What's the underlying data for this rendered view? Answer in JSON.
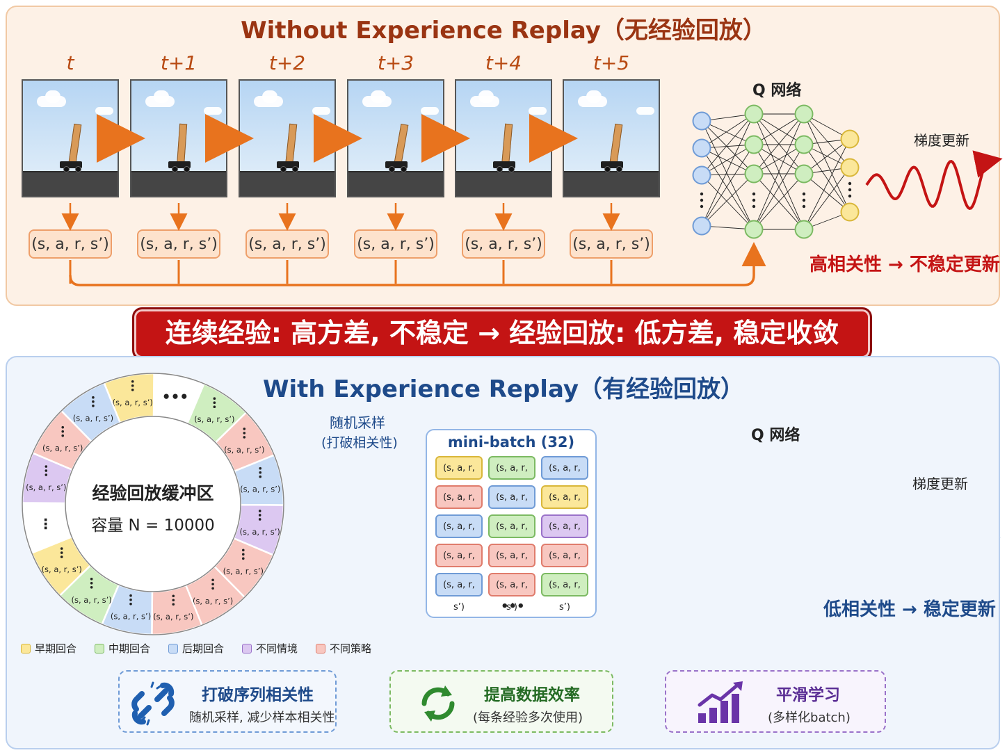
{
  "top": {
    "title": "Without Experience Replay（无经验回放）",
    "time_steps": [
      "t",
      "t+1",
      "t+2",
      "t+3",
      "t+4",
      "t+5"
    ],
    "pole_angles_deg": [
      8,
      4,
      6,
      10,
      5,
      8
    ],
    "tuple_label": "(s, a, r, s’)",
    "q_label": "Q 网络",
    "gradient_label": "梯度更新",
    "effect": "高相关性 → 不稳定更新"
  },
  "banner": {
    "text": "连续经验: 高方差, 不稳定 → 经验回放: 低方差, 稳定收敛"
  },
  "bottom": {
    "title": "With Experience Replay（有经验回放）",
    "buffer_name": "经验回放缓冲区",
    "buffer_capacity": "容量 N = 10000",
    "sample_label_1": "随机采样",
    "sample_label_2": "(打破相关性)",
    "minibatch_title": "mini-batch (32)",
    "minibatch_more": "•••",
    "cell_label": "(s, a, r, s’)",
    "minibatch_colors": [
      [
        "early",
        "mid",
        "late"
      ],
      [
        "policy",
        "late",
        "early"
      ],
      [
        "late",
        "mid",
        "context"
      ],
      [
        "policy",
        "policy",
        "policy"
      ],
      [
        "late",
        "policy",
        "mid"
      ]
    ],
    "ring_segments": [
      {
        "type": "early",
        "label": "(s, a, r, s’)"
      },
      {
        "type": "empty",
        "label": "•••"
      },
      {
        "type": "mid",
        "label": "(s, a, r, s’)"
      },
      {
        "type": "policy",
        "label": "(s, a, r, s’)"
      },
      {
        "type": "late",
        "label": "(s, a, r, s’)"
      },
      {
        "type": "context",
        "label": "(s, a, r, s’)"
      },
      {
        "type": "policy",
        "label": "(s, a, r, s’)"
      },
      {
        "type": "policy",
        "label": "(s, a, r, s’)"
      },
      {
        "type": "policy",
        "label": "(s, a, r, s’)"
      },
      {
        "type": "late",
        "label": "(s, a, r, s’)"
      },
      {
        "type": "mid",
        "label": "(s, a, r, s’)"
      },
      {
        "type": "early",
        "label": "(s, a, r, s’)"
      },
      {
        "type": "empty",
        "label": "⋮"
      },
      {
        "type": "context",
        "label": "(s, a, r, s’)"
      },
      {
        "type": "policy",
        "label": "(s, a, r, s’)"
      },
      {
        "type": "late",
        "label": "(s, a, r, s’)"
      }
    ],
    "q_label": "Q 网络",
    "gradient_label": "梯度更新",
    "effect": "低相关性 → 稳定更新",
    "legend": [
      {
        "key": "early",
        "label": "早期回合"
      },
      {
        "key": "mid",
        "label": "中期回合"
      },
      {
        "key": "late",
        "label": "后期回合"
      },
      {
        "key": "context",
        "label": "不同情境"
      },
      {
        "key": "policy",
        "label": "不同策略"
      }
    ],
    "cards": [
      {
        "title": "打破序列相关性",
        "subtitle": "随机采样, 减少样本相关性",
        "icon": "broken-chain-icon"
      },
      {
        "title": "提高数据效率",
        "subtitle": "(每条经验多次使用)",
        "icon": "refresh-cycle-icon"
      },
      {
        "title": "平滑学习",
        "subtitle": "(多样化batch)",
        "icon": "bar-chart-growth-icon"
      }
    ]
  },
  "colors": {
    "early": {
      "fill": "#fbe79a",
      "stroke": "#d9b73a"
    },
    "mid": {
      "fill": "#cfeec0",
      "stroke": "#7cba62"
    },
    "late": {
      "fill": "#c8dcf6",
      "stroke": "#6f9bd6"
    },
    "context": {
      "fill": "#dcc8f1",
      "stroke": "#9a72c9"
    },
    "policy": {
      "fill": "#f8c7c0",
      "stroke": "#e07c6c"
    },
    "empty": {
      "fill": "#ffffff",
      "stroke": "#bbbbbb"
    },
    "orange_arrow": "#e8731e",
    "red_wave": "#c41414",
    "blue_wave": "#1f5fb0"
  }
}
